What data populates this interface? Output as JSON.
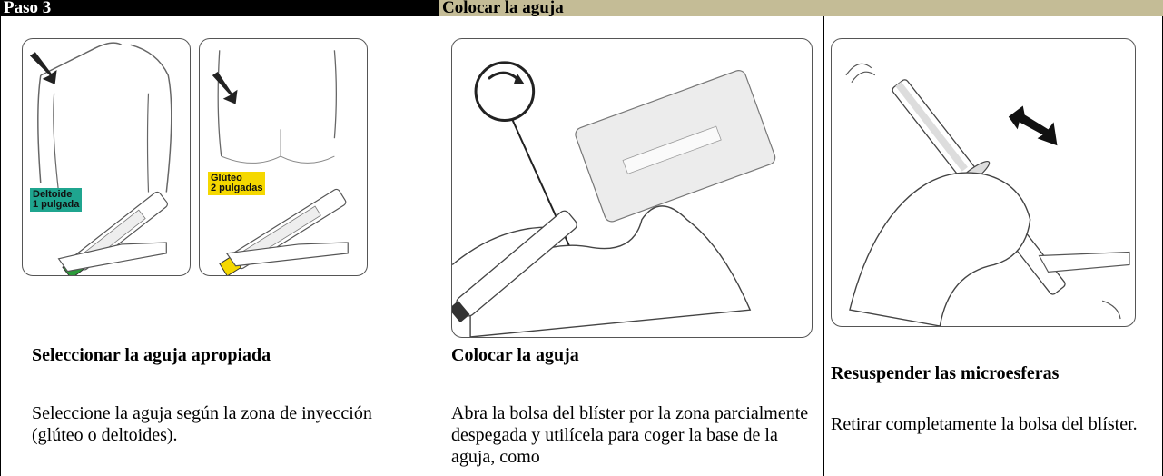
{
  "header": {
    "step_label": "Paso 3",
    "section_title": "Colocar la aguja"
  },
  "col1": {
    "tag_deltoid_line1": "Deltoide",
    "tag_deltoid_line2": "1 pulgada",
    "tag_gluteal_line1": "Glúteo",
    "tag_gluteal_line2": "2 pulgadas",
    "title": "Seleccionar la aguja apropiada",
    "body": "Seleccione la aguja según la zona de inyección (glúteo o deltoides)."
  },
  "col2": {
    "title": "Colocar la aguja",
    "body": "Abra la bolsa del blíster por la zona parcialmente despegada y utilícela para coger la base de la aguja, como"
  },
  "col3": {
    "title": "Resuspender las microesferas",
    "body": "Retirar completamente la bolsa del blíster."
  },
  "colors": {
    "header_left_bg": "#000000",
    "header_right_bg": "#c4bc96",
    "deltoid_tag": "#1fa58f",
    "gluteal_tag": "#f5d800"
  }
}
